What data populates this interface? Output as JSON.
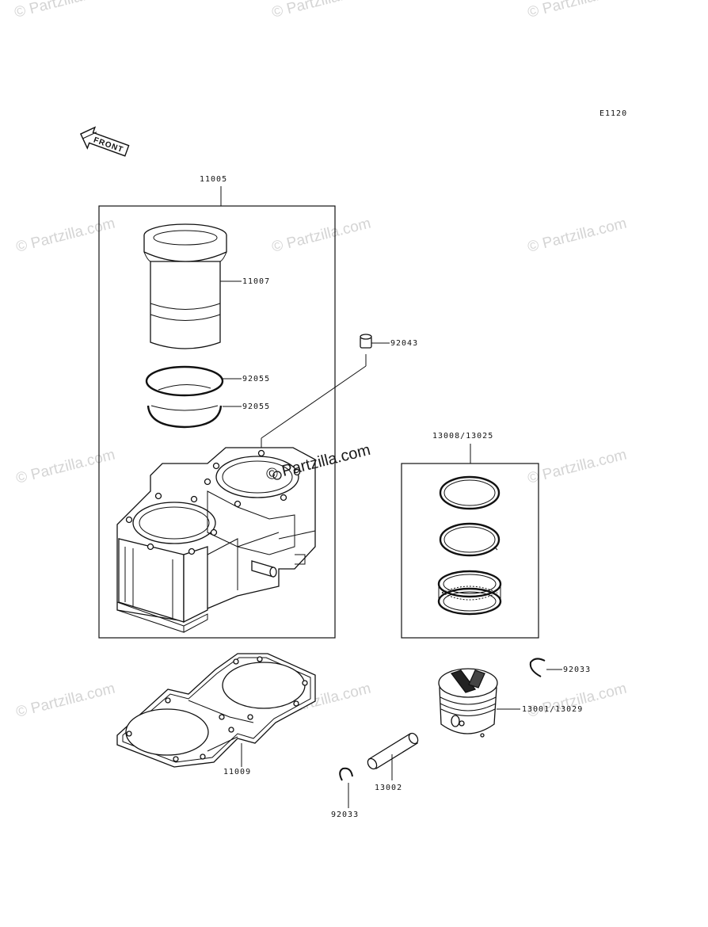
{
  "diagram_code": "E1120",
  "front_label": "FRONT",
  "watermark": "© Partzilla.com",
  "watermark_center": "© Partzilla.com",
  "parts": {
    "cylinder_assembly": "11005",
    "sleeve": "11007",
    "dowel_pin": "92043",
    "o_ring_upper": "92055",
    "o_ring_lower": "92055",
    "ring_set": "13008/13025",
    "gasket": "11009",
    "circlip_right": "92033",
    "piston": "13001/13029",
    "piston_pin": "13002",
    "circlip_left": "92033"
  }
}
